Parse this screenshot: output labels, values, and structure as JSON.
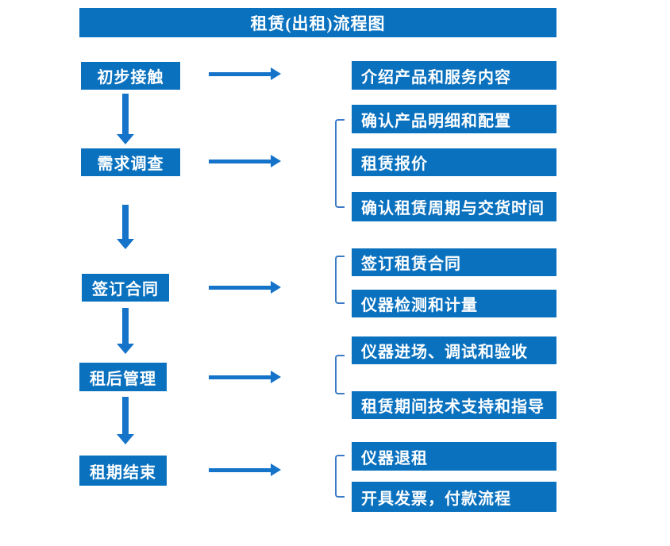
{
  "title": "租赁(出租)流程图",
  "colors": {
    "box_blue": "#0a71bf",
    "arrow_blue": "#1573c9",
    "bracket_blue": "#3b7ac4",
    "text": "#ffffff",
    "background": "#ffffff"
  },
  "steps": [
    {
      "label": "初步接触",
      "details": [
        "介绍产品和服务内容"
      ]
    },
    {
      "label": "需求调查",
      "details": [
        "确认产品明细和配置",
        "租赁报价",
        "确认租赁周期与交货时间"
      ]
    },
    {
      "label": "签订合同",
      "details": [
        "签订租赁合同",
        "仪器检测和计量"
      ]
    },
    {
      "label": "租后管理",
      "details": [
        "仪器进场、调试和验收",
        "租赁期间技术支持和指导"
      ]
    },
    {
      "label": "租期结束",
      "details": [
        "仪器退租",
        "开具发票，付款流程"
      ]
    }
  ]
}
